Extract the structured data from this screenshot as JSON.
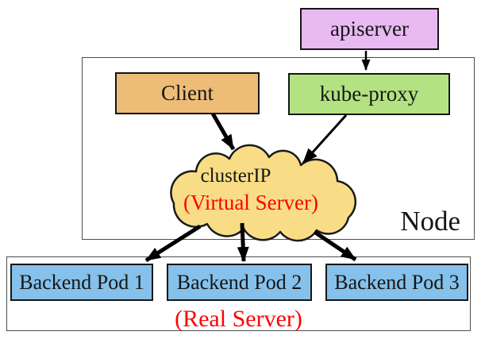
{
  "apiserver": {
    "label": "apiserver"
  },
  "node": {
    "label": "Node",
    "client": {
      "label": "Client"
    },
    "kube_proxy": {
      "label": "kube-proxy"
    },
    "cluster_ip": {
      "label": "clusterIP",
      "sublabel": "(Virtual Server)"
    }
  },
  "backends": {
    "pods": [
      {
        "label": "Backend Pod 1"
      },
      {
        "label": "Backend Pod 2"
      },
      {
        "label": "Backend Pod 3"
      }
    ],
    "sublabel": "(Real Server)"
  },
  "colors": {
    "apiserver_fill": "#e9b9f2",
    "client_fill": "#edbd78",
    "kube_proxy_fill": "#b3e282",
    "cloud_fill": "#f8dd86",
    "pod_fill": "#85c1ea",
    "annotation_red": "#ff0000",
    "arrow_black": "#000000"
  }
}
